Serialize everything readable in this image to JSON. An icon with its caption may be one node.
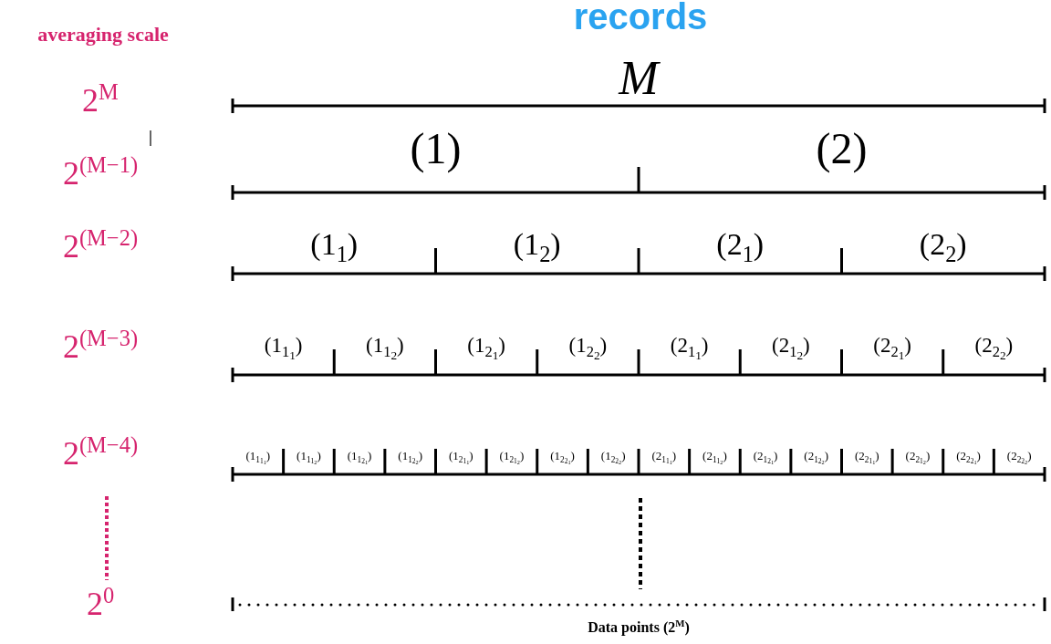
{
  "diagram": {
    "title": "records",
    "labels": [
      "averaging scale",
      "M",
      "2$^{M}$",
      "(1)",
      "(2)",
      "2$^{(M−1)}$",
      "2$^{(M−2)}$",
      "(1$_{1}$)",
      "(1$_{2}$)",
      "(2$_{1}$)",
      "(2$_{2}$)",
      "2$^{(M−3)}$",
      "(1$_{1}$$_{1}$)",
      "(1$_{1}$$_{2}$)",
      "(1$_{2}$$_{1}$)",
      "(1$_{2}$$_{2}$)",
      "(2$_{1}$$_{1}$)",
      "(2$_{1}$$_{2}$)",
      "(2$_{2}$$_{1}$)",
      "(2$_{2}$$_{2}$)",
      "2$^{(M−4)}$",
      "(1$_{1}$$_{1}$$_{1}$)",
      "(1$_{1}$$_{1}$$_{2}$)",
      "(1$_{1}$$_{2}$$_{1}$)",
      "(1$_{1}$$_{2}$$_{2}$)",
      "(1$_{2}$$_{1}$$_{1}$)",
      "(1$_{2}$$_{1}$$_{2}$)",
      "(1$_{2}$$_{2}$$_{1}$)",
      "(1$_{2}$$_{2}$$_{2}$)",
      "(2$_{1}$$_{1}$$_{1}$)",
      "(2$_{1}$$_{1}$$_{2}$)",
      "(2$_{1}$$_{2}$$_{1}$)",
      "(2$_{1}$$_{2}$$_{2}$)",
      "(2$_{2}$$_{1}$$_{1}$)",
      "(2$_{2}$$_{1}$$_{2}$)",
      "(2$_{2}$$_{2}$$_{1}$)",
      "(2$_{2}$$_{2}$$_{2}$)",
      "2$^{0}$",
      "Data points (2$^{M}$)"
    ]
  }
}
